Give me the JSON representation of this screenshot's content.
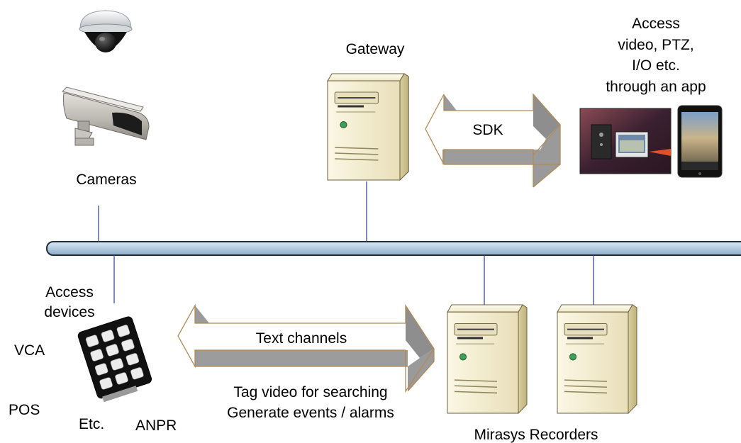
{
  "labels": {
    "gateway": "Gateway",
    "access_app": [
      "Access",
      "video, PTZ,",
      "I/O etc.",
      "through an app"
    ],
    "sdk": "SDK",
    "cameras": "Cameras",
    "access_devices": [
      "Access",
      "devices"
    ],
    "vca": "VCA",
    "pos": "POS",
    "etc": "Etc.",
    "anpr": "ANPR",
    "text_channels": "Text channels",
    "tag_video": "Tag video for searching",
    "generate_events": "Generate events / alarms",
    "recorders": "Mirasys Recorders"
  },
  "icons": {
    "dome_camera": "dome-camera-icon",
    "box_camera": "box-camera-icon",
    "gateway_server": "server-tower-icon",
    "recorder_servers": "server-tower-icon",
    "keypad": "keypad-icon",
    "app_screen": "video-app-screen-icon",
    "tablet": "tablet-icon"
  },
  "colors": {
    "bus": "#b9cfe3",
    "bus_outline": "#1f2d3a",
    "server_body": "#f1ebcf",
    "arrow_shadow": "#9a9a9a",
    "arrow_outline": "#b48a55"
  }
}
